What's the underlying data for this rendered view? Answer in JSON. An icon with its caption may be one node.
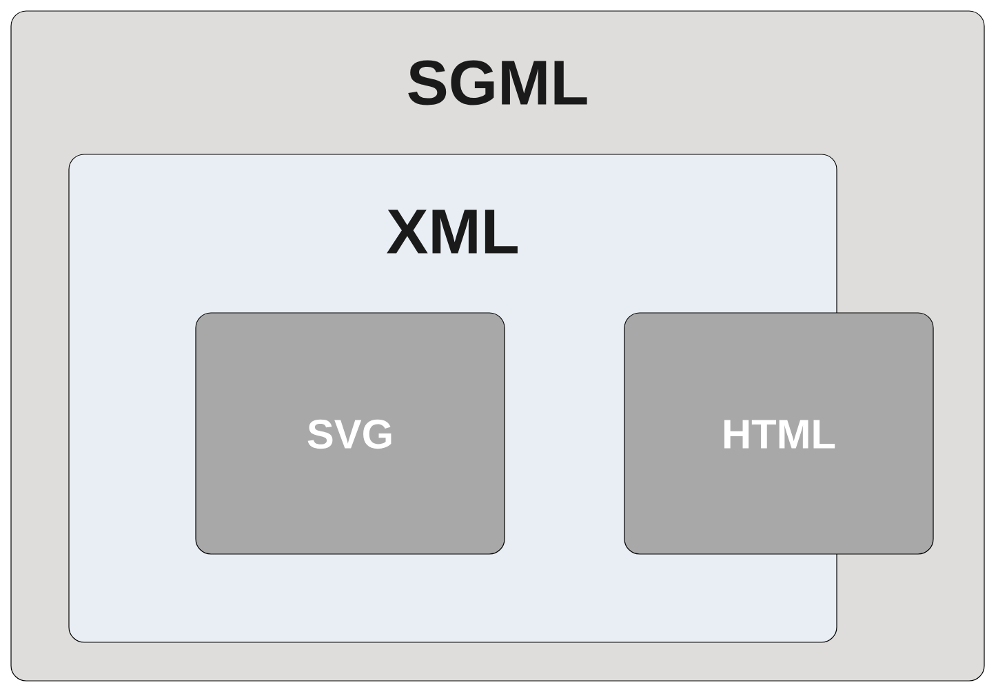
{
  "diagram": {
    "nodes": [
      {
        "text": [
          "SGML"
        ]
      },
      {
        "text": [
          "XML"
        ],
        "in": 0
      },
      {
        "text": [
          "SVG"
        ],
        "in": 1
      },
      {
        "text": [
          "HTML"
        ],
        "in": 0
      }
    ]
  }
}
